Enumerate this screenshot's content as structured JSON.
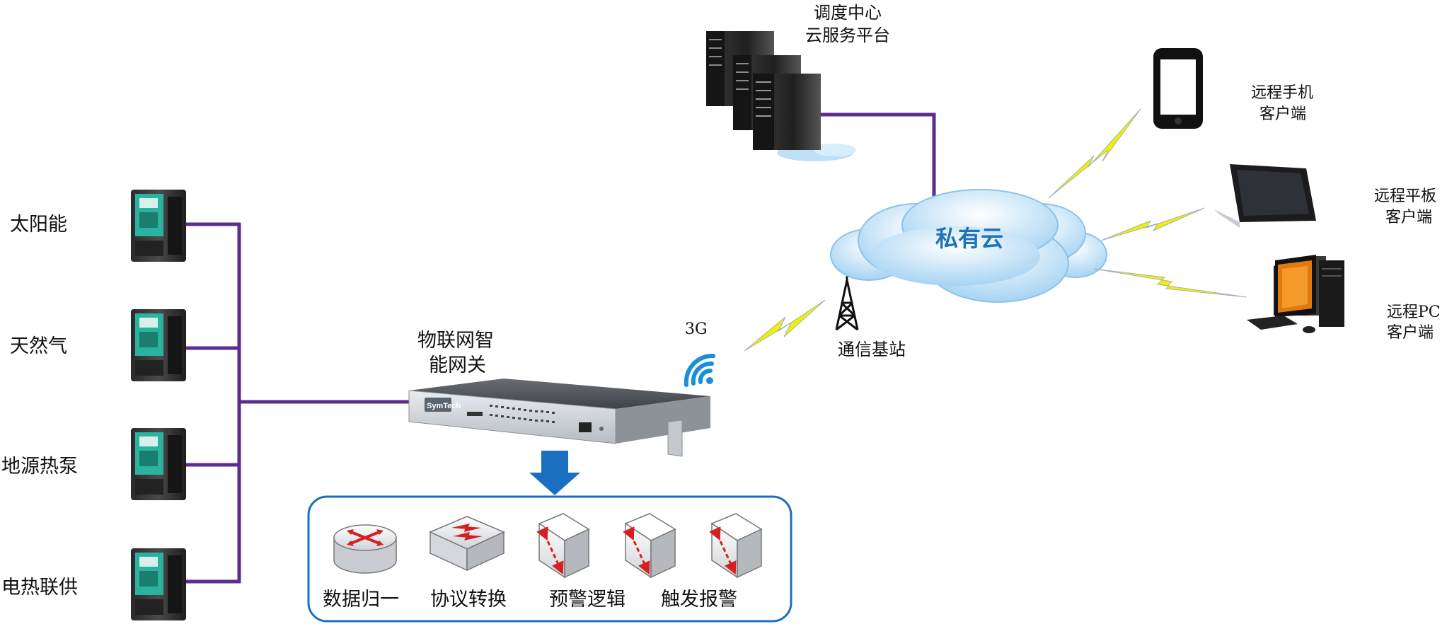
{
  "energy_sources": [
    {
      "label": "太阳能"
    },
    {
      "label": "天然气"
    },
    {
      "label": "地源热泵"
    },
    {
      "label": "电热联供"
    }
  ],
  "gateway": {
    "label_line1": "物联网智",
    "label_line2": "能网关",
    "brand": "SymTech"
  },
  "signal": {
    "label": "3G"
  },
  "base_station": {
    "label": "通信基站"
  },
  "cloud": {
    "label": "私有云"
  },
  "dispatch_center": {
    "line1": "调度中心",
    "line2": "云服务平台"
  },
  "clients": [
    {
      "line1": "远程手机",
      "line2": "客户端"
    },
    {
      "line1": "远程平板",
      "line2": "客户端"
    },
    {
      "line1": "远程PC",
      "line2": "客户端"
    }
  ],
  "functions": [
    {
      "label": "数据归一"
    },
    {
      "label": "协议转换"
    },
    {
      "label": "预警逻辑"
    },
    {
      "label": "触发报警"
    }
  ],
  "colors": {
    "line": "#5b2d8e",
    "cloud": "#bfe0f6",
    "cloud_text": "#1f73b8",
    "arrow": "#1a6fc0",
    "panel_border": "#1a6fc0",
    "lightning": "#f0f000",
    "device_accent": "#37b6a6"
  },
  "icons": {
    "inverter": "frequency-inverter-icon",
    "server": "server-rack-icon",
    "tower": "radio-tower-icon",
    "wifi": "wifi-signal-icon",
    "phone": "smartphone-icon",
    "tablet": "tablet-icon",
    "pc": "desktop-pc-icon",
    "router": "router-icon",
    "switch": "switch-icon",
    "logic": "logic-block-icon",
    "alarm": "alarm-block-icon"
  }
}
